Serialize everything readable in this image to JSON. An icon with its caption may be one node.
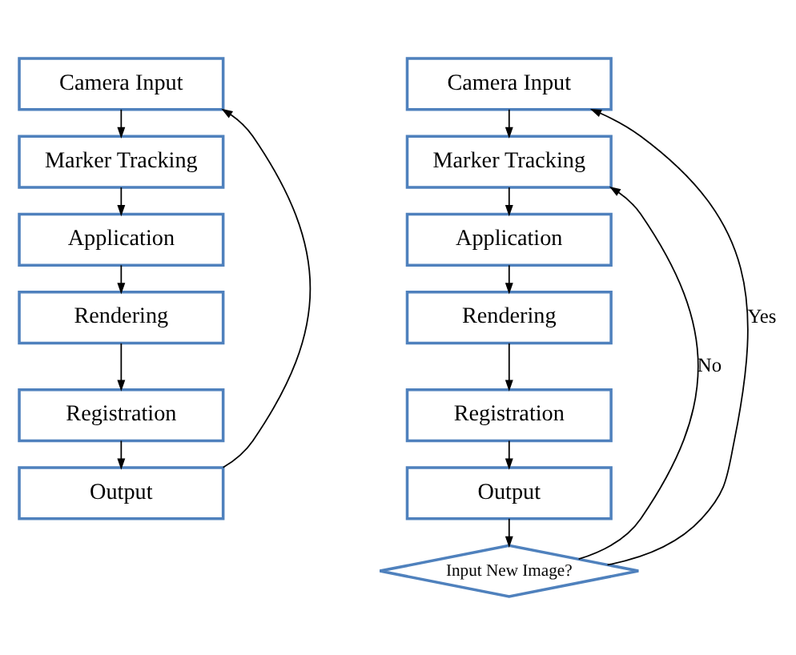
{
  "diagram": {
    "nodes": [
      {
        "text": [
          "Camera Input"
        ]
      },
      {
        "text": [
          "Marker Tracking"
        ]
      },
      {
        "text": [
          "Application"
        ]
      },
      {
        "text": [
          "Rendering"
        ]
      },
      {
        "text": [
          "Registration"
        ]
      },
      {
        "text": [
          "Output"
        ]
      },
      {
        "text": [
          "Camera Input"
        ]
      },
      {
        "text": [
          "Marker Tracking"
        ]
      },
      {
        "text": [
          "Application"
        ]
      },
      {
        "text": [
          "Rendering"
        ]
      },
      {
        "text": [
          "Registration"
        ]
      },
      {
        "text": [
          "Output"
        ]
      },
      {
        "text": [
          "Input New Image?"
        ]
      }
    ],
    "edges": [
      {
        "from": 0,
        "to": 1,
        "arrow": "to"
      },
      {
        "from": 1,
        "to": 2,
        "arrow": "to"
      },
      {
        "from": 2,
        "to": 3,
        "arrow": "to"
      },
      {
        "from": 3,
        "to": 4,
        "arrow": "to"
      },
      {
        "from": 4,
        "to": 5,
        "arrow": "to"
      },
      {
        "from": 5,
        "to": 0,
        "arrow": "to"
      },
      {
        "from": 6,
        "to": 7,
        "arrow": "to"
      },
      {
        "from": 7,
        "to": 8,
        "arrow": "to"
      },
      {
        "from": 8,
        "to": 9,
        "arrow": "to"
      },
      {
        "from": 9,
        "to": 10,
        "arrow": "to"
      },
      {
        "from": 10,
        "to": 11,
        "arrow": "to"
      },
      {
        "from": 11,
        "to": 12,
        "arrow": "to"
      },
      {
        "from": 12,
        "to": 7,
        "arrow": "to",
        "label": "No"
      },
      {
        "from": 12,
        "to": 6,
        "arrow": "to",
        "label": "Yes"
      }
    ]
  }
}
